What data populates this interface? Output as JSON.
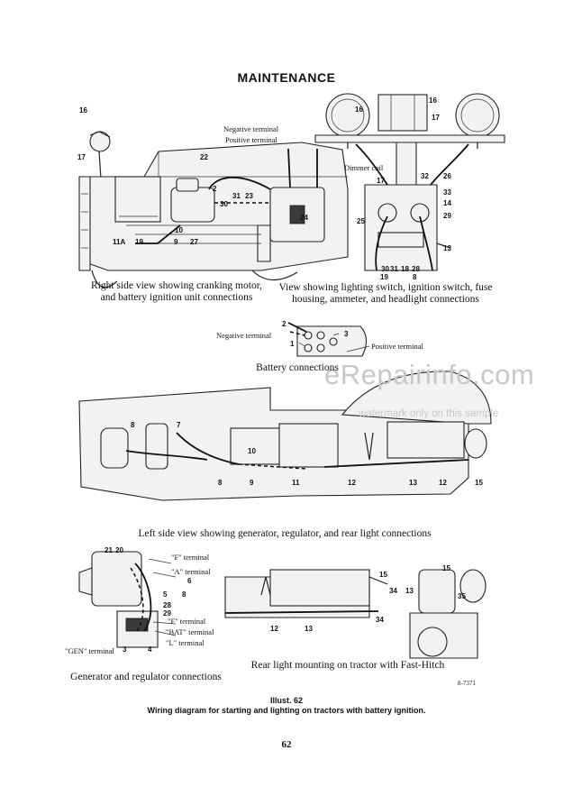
{
  "page": {
    "heading": "MAINTENANCE",
    "page_number": "62",
    "illustration_number": "Illust. 62",
    "illustration_caption": "Wiring diagram for starting and lighting on tractors with battery ignition.",
    "drawing_code": "8-7371"
  },
  "watermark": {
    "brand": "eRepairinfo.com",
    "note": "watermark only on this sample"
  },
  "top_left": {
    "caption_line1": "Right side view showing cranking motor,",
    "caption_line2": "and battery ignition unit connections",
    "terminal_labels": [
      "Negative terminal",
      "Positive terminal"
    ],
    "callouts": [
      "16",
      "17",
      "22",
      "2",
      "31",
      "23",
      "30",
      "24",
      "10",
      "9",
      "27",
      "11A",
      "19"
    ]
  },
  "top_right": {
    "caption_line1": "View showing lighting switch, ignition switch, fuse",
    "caption_line2": "housing, ammeter, and headlight connections",
    "terminal_labels": [
      "Dimmer coil"
    ],
    "callouts": [
      "16",
      "16",
      "17",
      "17",
      "32",
      "26",
      "33",
      "14",
      "29",
      "25",
      "13",
      "30",
      "31",
      "18",
      "28",
      "19",
      "8"
    ]
  },
  "battery": {
    "caption": "Battery connections",
    "terminal_labels": [
      "Negative terminal",
      "Positive terminal"
    ],
    "callouts": [
      "2",
      "1",
      "3"
    ]
  },
  "left_side": {
    "caption": "Left side view showing generator, regulator, and rear light connections",
    "callouts": [
      "8",
      "7",
      "10",
      "8",
      "9",
      "11",
      "12",
      "13",
      "12",
      "15"
    ]
  },
  "generator": {
    "caption": "Generator and regulator connections",
    "terminal_labels": [
      "\"F\" terminal",
      "\"A\" terminal",
      "\"F\" terminal",
      "\"BAT\" terminal",
      "\"L\" terminal",
      "\"GEN\" terminal"
    ],
    "callouts": [
      "21",
      "20",
      "6",
      "5",
      "8",
      "28",
      "29",
      "3",
      "4"
    ]
  },
  "rear_light": {
    "caption": "Rear light mounting on tractor with Fast-Hitch",
    "callouts": [
      "15",
      "12",
      "13",
      "34",
      "15",
      "34",
      "13",
      "35"
    ]
  }
}
